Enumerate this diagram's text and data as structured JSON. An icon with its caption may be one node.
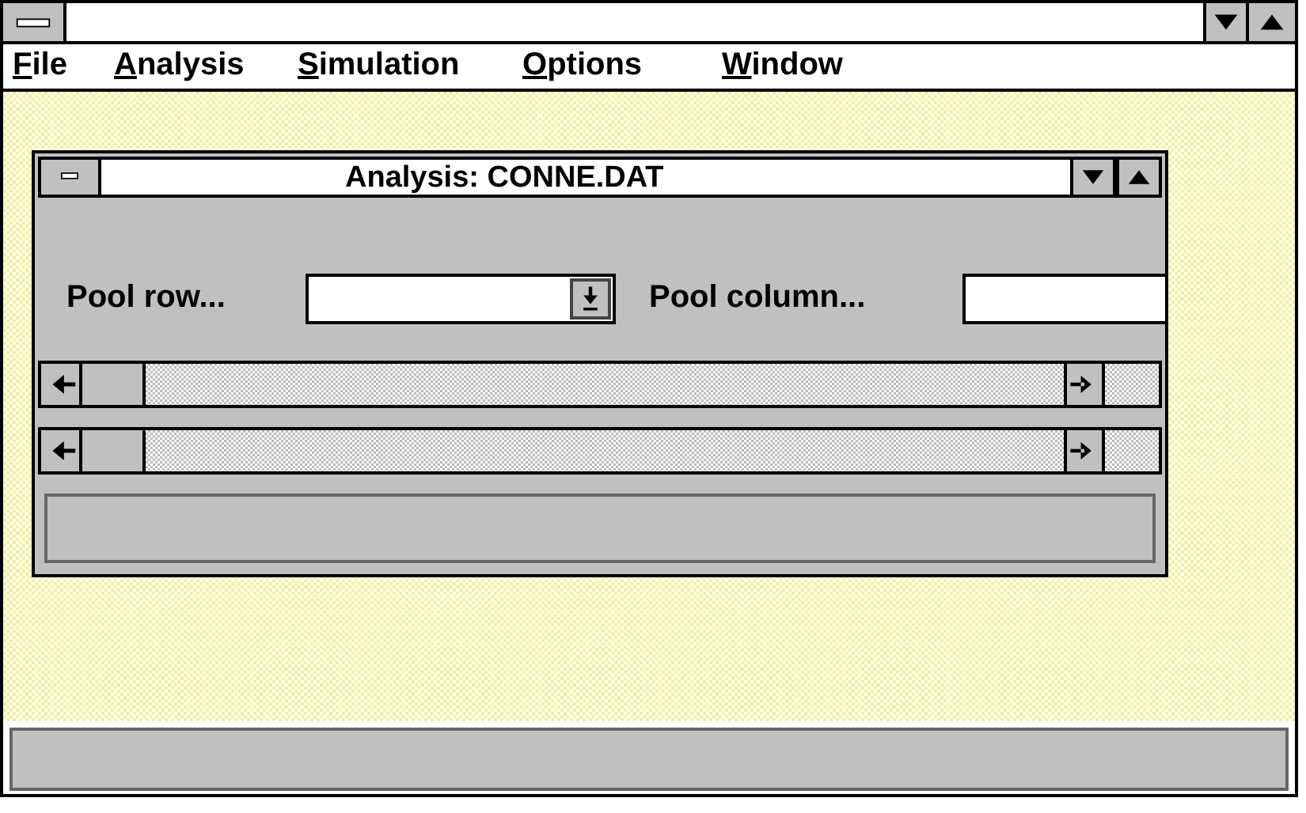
{
  "diagram": {
    "nodes": [
      {
        "text": [],
        "shape": "bar"
      },
      {
        "text": [],
        "shape": "bar"
      }
    ],
    "labels": [
      "File",
      "Analysis",
      "Simulation",
      "Options",
      "Window",
      "Analysis: CONNE.DAT",
      "Pool row...",
      "Pool column..."
    ]
  }
}
